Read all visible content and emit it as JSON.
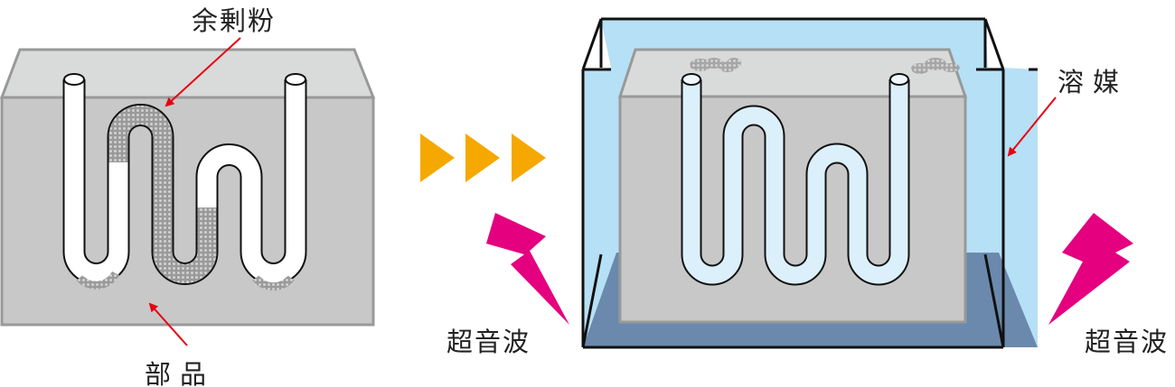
{
  "labels": {
    "residual_powder": "余剰粉",
    "part": "部品",
    "solvent": "溶媒",
    "ultrasonic_left": "超音波",
    "ultrasonic_right": "超音波"
  },
  "colors": {
    "part_front": "#c8c8c8",
    "part_top": "#d9dada",
    "water": "#b6e0f5",
    "tank_floor": "#6b89ad",
    "arrow_orange": "#f5a800",
    "lightning": "#e4007f",
    "pointer_red": "#e60012"
  }
}
